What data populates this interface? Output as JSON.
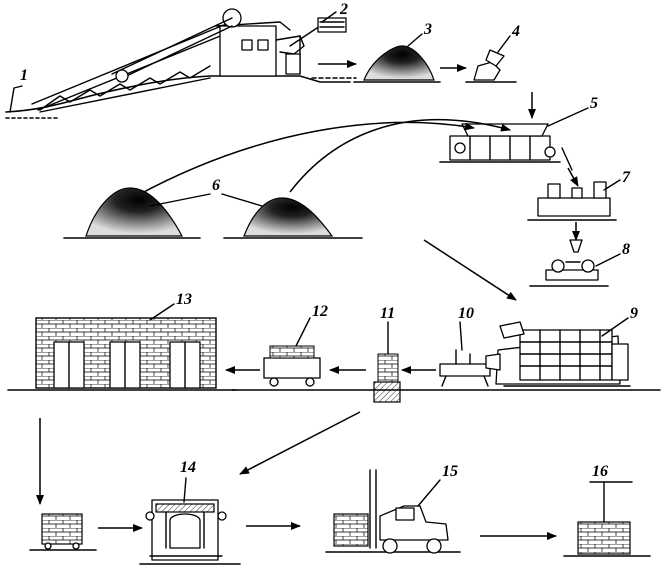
{
  "labels": {
    "n1": "1",
    "n2": "2",
    "n3": "3",
    "n4": "4",
    "n5": "5",
    "n6": "6",
    "n7": "7",
    "n8": "8",
    "n9": "9",
    "n10": "10",
    "n11": "11",
    "n12": "12",
    "n13": "13",
    "n14": "14",
    "n15": "15",
    "n16": "16"
  }
}
